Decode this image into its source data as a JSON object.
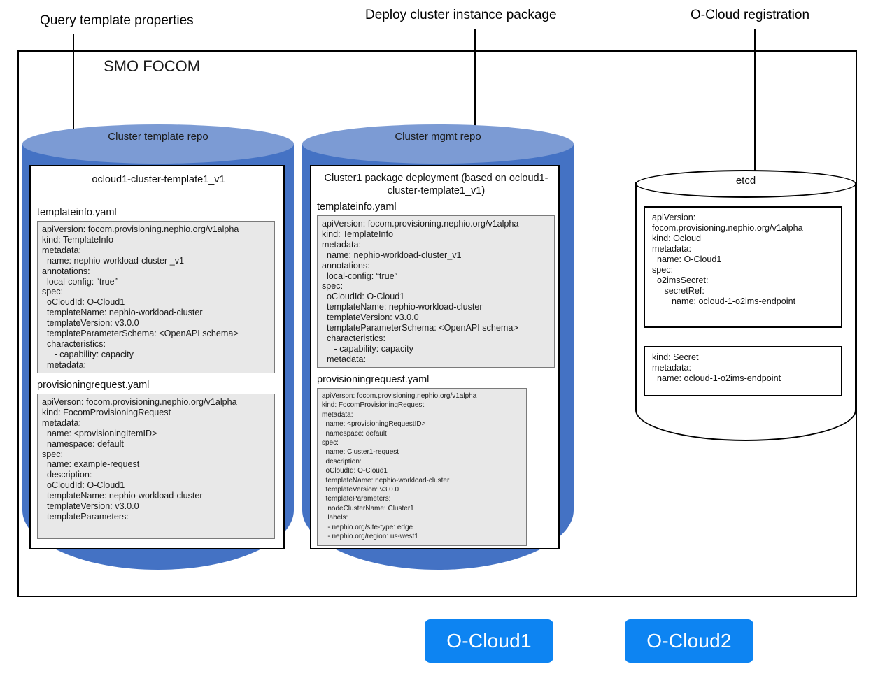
{
  "annotations": [
    {
      "label": "Query template properties"
    },
    {
      "label": "Deploy cluster instance package"
    },
    {
      "label": "O-Cloud registration"
    }
  ],
  "frame": {
    "title": "SMO FOCOM"
  },
  "repos": [
    {
      "cylinder_title": "Cluster template repo",
      "card_title": "ocloud1-cluster-template1_v1",
      "files": [
        {
          "name": "templateinfo.yaml",
          "content": "apiVersion: focom.provisioning.nephio.org/v1alpha\nkind: TemplateInfo\nmetadata:\n  name: nephio-workload-cluster _v1\nannotations:\n  local-config: “true”\nspec:\n  oCloudId: O-Cloud1\n  templateName: nephio-workload-cluster\n  templateVersion: v3.0.0\n  templateParameterSchema: <OpenAPI schema>\n  characteristics:\n     - capability: capacity\n  metadata:"
        },
        {
          "name": "provisioningrequest.yaml",
          "content": "apiVerson: focom.provisioning.nephio.org/v1alpha\nkind: FocomProvisioningRequest\nmetadata:\n  name: <provisioningItemID>\n  namespace: default\nspec:\n  name: example-request\n  description:\n  oCloudId: O-Cloud1\n  templateName: nephio-workload-cluster\n  templateVersion: v3.0.0\n  templateParameters:"
        }
      ]
    },
    {
      "cylinder_title": "Cluster mgmt repo",
      "card_title": "Cluster1 package deployment (based on ocloud1-cluster-template1_v1)",
      "files": [
        {
          "name": "templateinfo.yaml",
          "content": "apiVersion: focom.provisioning.nephio.org/v1alpha\nkind: TemplateInfo\nmetadata:\n  name: nephio-workload-cluster_v1\nannotations:\n  local-config: “true”\nspec:\n  oCloudId: O-Cloud1\n  templateName: nephio-workload-cluster\n  templateVersion: v3.0.0\n  templateParameterSchema: <OpenAPI schema>\n  characteristics:\n     - capability: capacity\n  metadata:"
        },
        {
          "name": "provisioningrequest.yaml",
          "content": "apiVerson: focom.provisioning.nephio.org/v1alpha\nkind: FocomProvisioningRequest\nmetadata:\n  name: <provisioningRequestID>\n  namespace: default\nspec:\n  name: Cluster1-request\n  description:\n  oCloudId: O-Cloud1\n  templateName: nephio-workload-cluster\n  templateVersion: v3.0.0\n  templateParameters:\n   nodeClusterName: Cluster1\n   labels:\n   - nephio.org/site-type: edge\n   - nephio.org/region: us-west1"
        }
      ]
    }
  ],
  "etcd": {
    "title": "etcd",
    "boxes": [
      {
        "content": "apiVersion:\nfocom.provisioning.nephio.org/v1alpha\nkind: Ocloud\nmetadata:\n  name: O-Cloud1\nspec:\n  o2imsSecret:\n     secretRef:\n        name: ocloud-1-o2ims-endpoint"
      },
      {
        "content": "kind: Secret\nmetadata:\n  name: ocloud-1-o2ims-endpoint"
      }
    ]
  },
  "oclouds": [
    {
      "label": "O-Cloud1"
    },
    {
      "label": "O-Cloud2"
    }
  ],
  "colors": {
    "repo_body": "#4472C4",
    "repo_top": "#7C9BD4",
    "yaml_bg": "#e8e8e8",
    "ocloud_button": "#0d84f2",
    "outline": "#000000"
  }
}
